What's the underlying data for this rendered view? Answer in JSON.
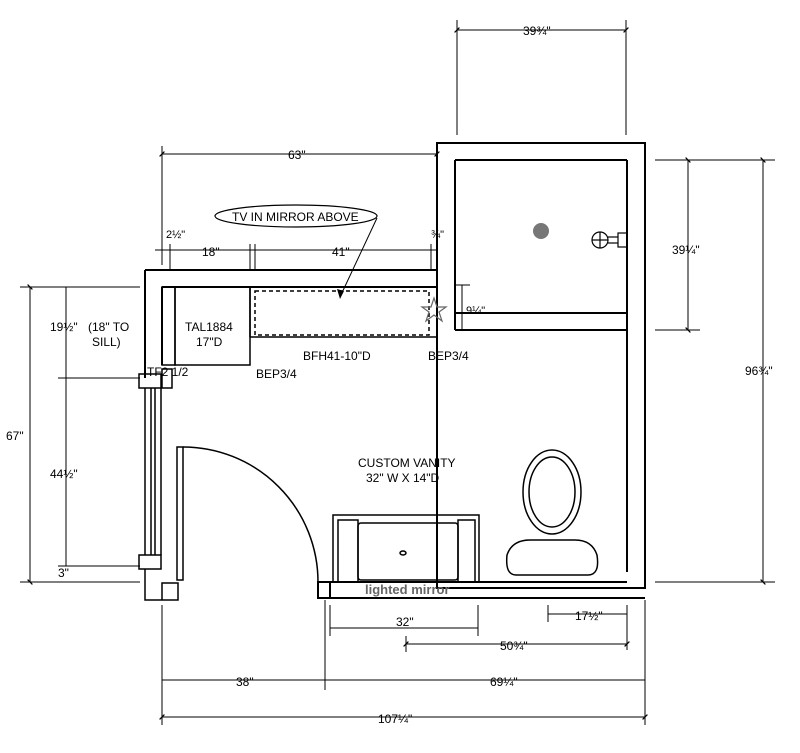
{
  "labels": {
    "width_top": "39¾\"",
    "width_63": "63\"",
    "tv_note": "TV IN MIRROR ABOVE",
    "dim_2half": "2½\"",
    "dim_18": "18\"",
    "dim_41": "41\"",
    "dim_3q": "¾\"",
    "dim_39q": "39¼\"",
    "dim_96q": "96¾\"",
    "dim_9q": "9¼\"",
    "dim_19half": "19½\"",
    "sill_note": "(18\" TO",
    "sill_note2": "SILL)",
    "tal": "TAL1884",
    "tal_depth": "17\"D",
    "tf2": "TF2 1/2",
    "bep_left": "BEP3/4",
    "bfh": "BFH41-10\"D",
    "bep_right": "BEP3/4",
    "dim_67": "67\"",
    "dim_44half": "44½\"",
    "dim_3": "3\"",
    "vanity": "CUSTOM VANITY",
    "vanity_size": "32\" W X 14\"D",
    "lighted_mirror": "lighted mirror",
    "dim_32": "32\"",
    "dim_17half": "17½\"",
    "dim_50q": "50¾\"",
    "dim_38": "38\"",
    "dim_69q": "69¼\"",
    "dim_107q": "107¼\""
  }
}
